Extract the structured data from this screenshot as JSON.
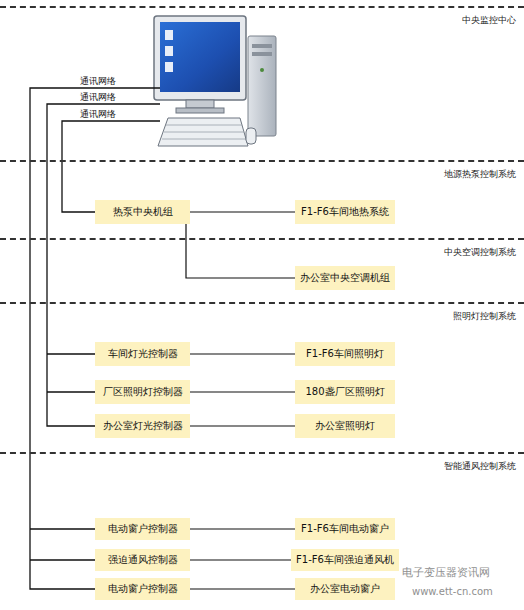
{
  "diagram": {
    "nodes": [
      {
        "text": [
          "中央监控中心"
        ]
      },
      {
        "text": [
          "地源热泵控制系统"
        ]
      },
      {
        "text": [
          "热泵中央机组"
        ],
        "in": 1
      },
      {
        "text": [
          "F1-F6车间地热系统"
        ],
        "in": 1
      },
      {
        "text": [
          "中央空调控制系统"
        ]
      },
      {
        "text": [
          "办公室中央空调机组"
        ],
        "in": 4
      },
      {
        "text": [
          "照明灯控制系统"
        ]
      },
      {
        "text": [
          "车间灯光控制器"
        ],
        "in": 6
      },
      {
        "text": [
          "F1-F6车间照明灯"
        ],
        "in": 6
      },
      {
        "text": [
          "厂区照明灯控制器"
        ],
        "in": 6
      },
      {
        "text": [
          "180盏厂区照明灯"
        ],
        "in": 6
      },
      {
        "text": [
          "办公室灯光控制器"
        ],
        "in": 6
      },
      {
        "text": [
          "办公室照明灯"
        ],
        "in": 6
      },
      {
        "text": [
          "智能通风控制系统"
        ]
      },
      {
        "text": [
          "电动窗户控制器"
        ],
        "in": 13
      },
      {
        "text": [
          "F1-F6车间电动窗户"
        ],
        "in": 13
      },
      {
        "text": [
          "强迫通风控制器"
        ],
        "in": 13
      },
      {
        "text": [
          "F1-F6车间强迫通风机"
        ],
        "in": 13
      },
      {
        "text": [
          "电动窗户控制器"
        ],
        "in": 13
      },
      {
        "text": [
          "办公室电动窗户"
        ],
        "in": 13
      }
    ],
    "edges": [
      {
        "from": 2,
        "to": 3,
        "arrow": "none"
      },
      {
        "from": 2,
        "to": 5,
        "arrow": "none"
      },
      {
        "from": 7,
        "to": 8,
        "arrow": "none"
      },
      {
        "from": 9,
        "to": 10,
        "arrow": "none"
      },
      {
        "from": 11,
        "to": 12,
        "arrow": "none"
      },
      {
        "from": 14,
        "to": 15,
        "arrow": "none"
      },
      {
        "from": 16,
        "to": 17,
        "arrow": "none"
      },
      {
        "from": 18,
        "to": 19,
        "arrow": "none"
      }
    ],
    "labels": [
      "通讯网络",
      "通讯网络",
      "通讯网络",
      "电子变压器资讯网",
      "www.ett-cn.com"
    ]
  }
}
